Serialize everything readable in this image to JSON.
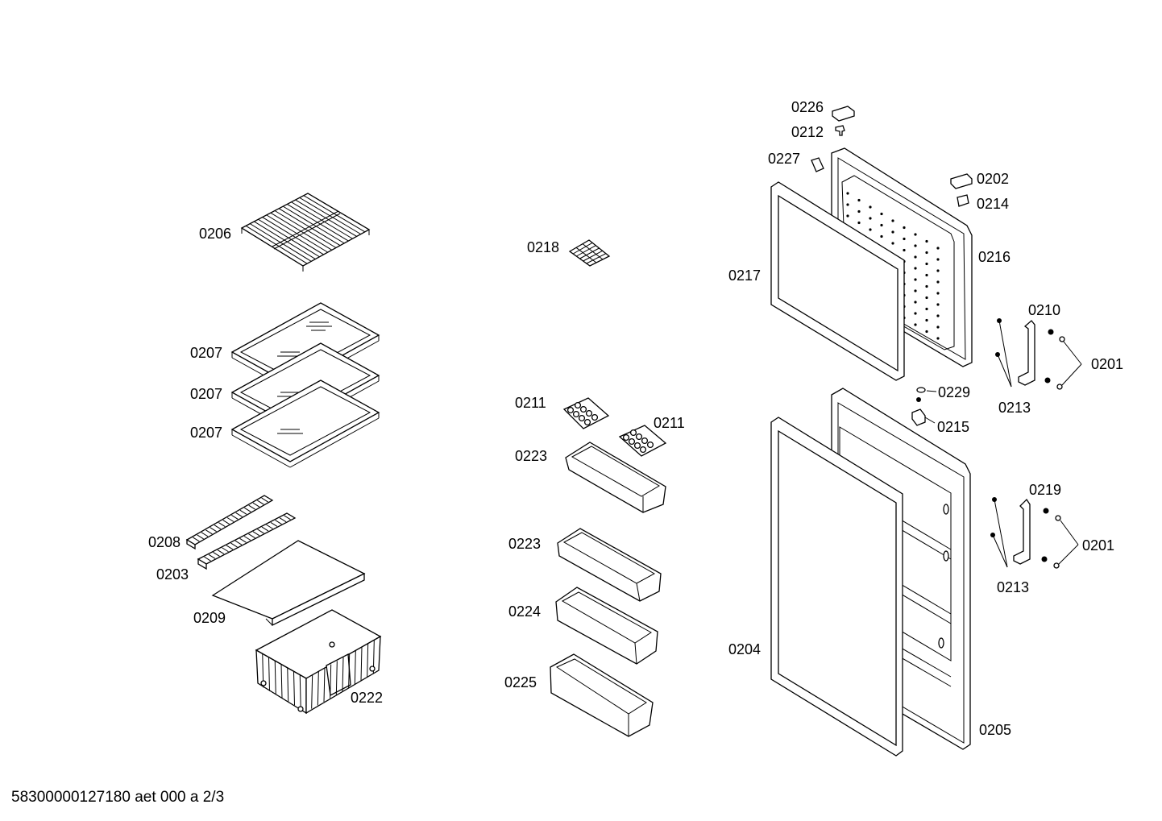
{
  "footer": "58300000127180 aet 000 a 2/3",
  "callouts": {
    "c0206": "0206",
    "c0207a": "0207",
    "c0207b": "0207",
    "c0207c": "0207",
    "c0208": "0208",
    "c0203": "0203",
    "c0209": "0209",
    "c0222": "0222",
    "c0218": "0218",
    "c0211a": "0211",
    "c0211b": "0211",
    "c0223a": "0223",
    "c0223b": "0223",
    "c0224": "0224",
    "c0225": "0225",
    "c0226": "0226",
    "c0212": "0212",
    "c0227": "0227",
    "c0202": "0202",
    "c0214": "0214",
    "c0216": "0216",
    "c0217": "0217",
    "c0210": "0210",
    "c0201a": "0201",
    "c0213a": "0213",
    "c0229": "0229",
    "c0215": "0215",
    "c0219": "0219",
    "c0201b": "0201",
    "c0213b": "0213",
    "c0204": "0204",
    "c0205": "0205"
  }
}
